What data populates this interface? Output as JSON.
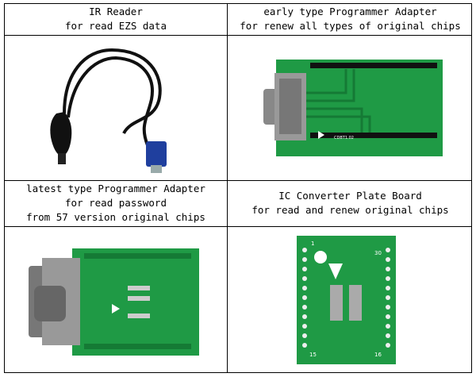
{
  "cells": [
    {
      "line1": "IR Reader",
      "line2": "for read EZS data",
      "line3": ""
    },
    {
      "line1": "early type Programmer Adapter",
      "line2": "for renew all types of original chips",
      "line3": ""
    },
    {
      "line1": "latest type Programmer Adapter",
      "line2": "for read password",
      "line3": "from 57 version original chips"
    },
    {
      "line1": "IC Converter Plate Board",
      "line2": "for read and renew original chips",
      "line3": ""
    }
  ],
  "pcb": {
    "early_label": "CDBT1.02",
    "ic_pin_top_left": "1",
    "ic_pin_top_right": "30",
    "ic_pin_bottom_left": "15",
    "ic_pin_bottom_right": "16"
  },
  "colors": {
    "pcb_green": "#1f9a45",
    "pcb_dark": "#157a35",
    "connector_blue": "#1f3f9e"
  }
}
